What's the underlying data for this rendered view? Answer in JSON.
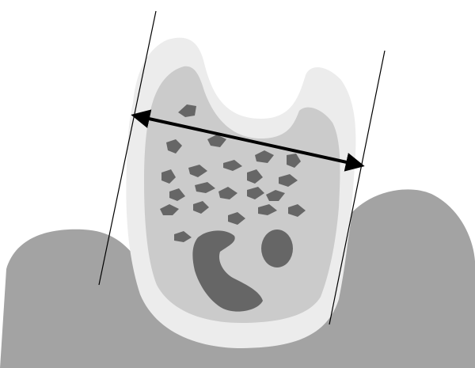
{
  "colors": {
    "background": "#ffffff",
    "gum": "#a3a3a3",
    "outer_layer": "#ececec",
    "inner_layer": "#cbcbcb",
    "spots": "#666666",
    "lines": "#000000"
  },
  "parts": [
    "gum-tissue",
    "outer-layer",
    "inner-layer",
    "spots",
    "dark-cavity",
    "dark-oval",
    "reference-lines",
    "width-arrow"
  ]
}
